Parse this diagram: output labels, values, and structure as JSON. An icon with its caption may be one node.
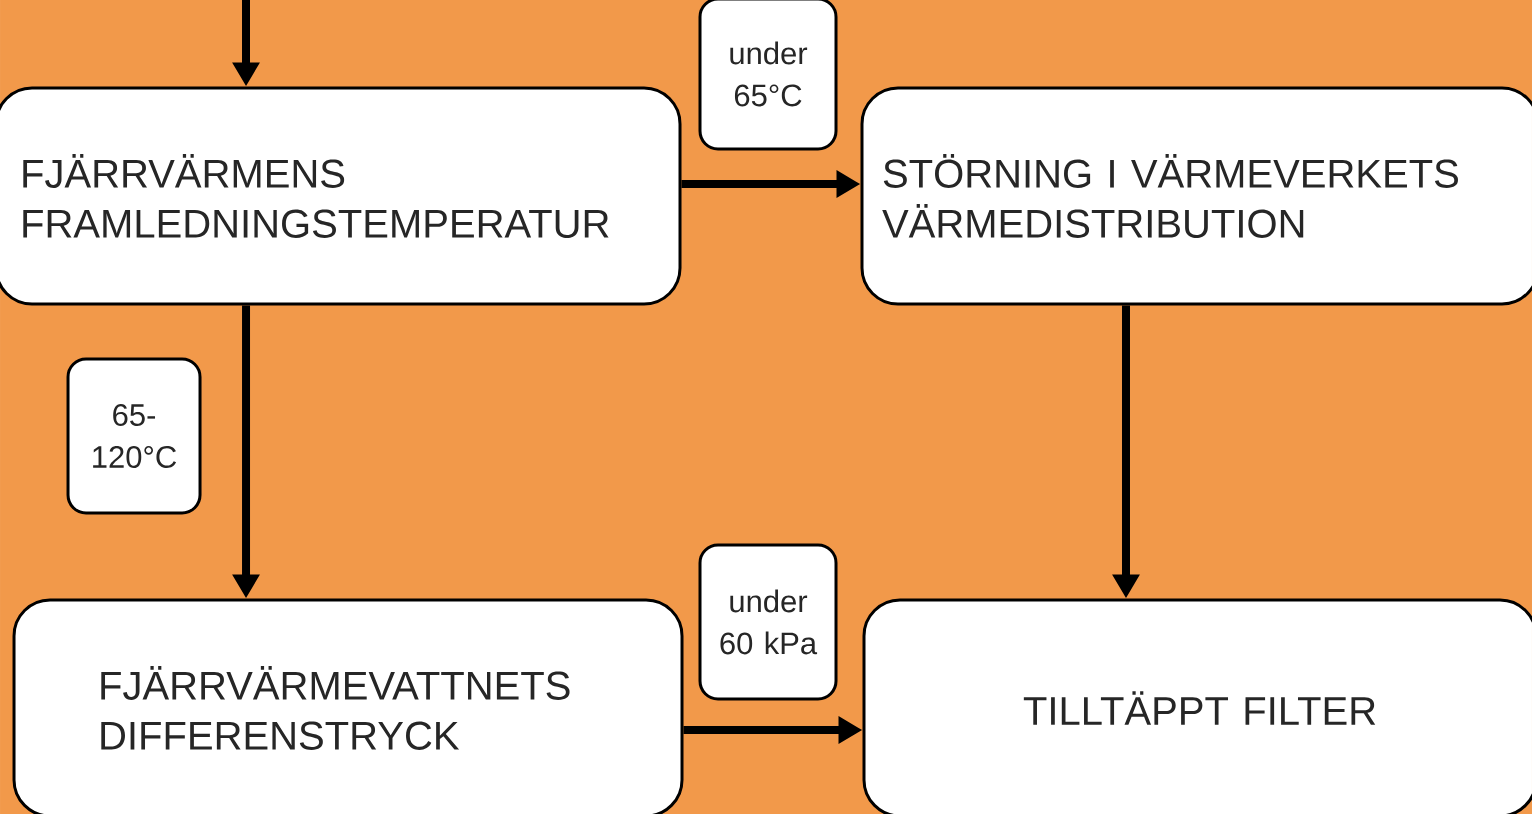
{
  "diagram": {
    "nodes": [
      {
        "text": [
          "FJÄRRVÄRMENS FRAMLEDNINGSTEMPERATUR"
        ]
      },
      {
        "text": [
          "STÖRNING I VÄRMEVERKETS VÄRMEDISTRIBUTION"
        ]
      },
      {
        "text": [
          "FJÄRRVÄRMEVATTNETS DIFFERENSTRYCK"
        ]
      },
      {
        "text": [
          "TILLTÄPPT FILTER"
        ]
      }
    ],
    "edges": [
      {
        "from": null,
        "to": 0,
        "arrow": "to"
      },
      {
        "from": 0,
        "to": 1,
        "arrow": "to",
        "label": "under 65°C"
      },
      {
        "from": 0,
        "to": 2,
        "arrow": "to",
        "label": "65- 120°C"
      },
      {
        "from": 1,
        "to": 3,
        "arrow": "to"
      },
      {
        "from": 2,
        "to": 3,
        "arrow": "to",
        "label": "under 60 kPa"
      }
    ]
  }
}
